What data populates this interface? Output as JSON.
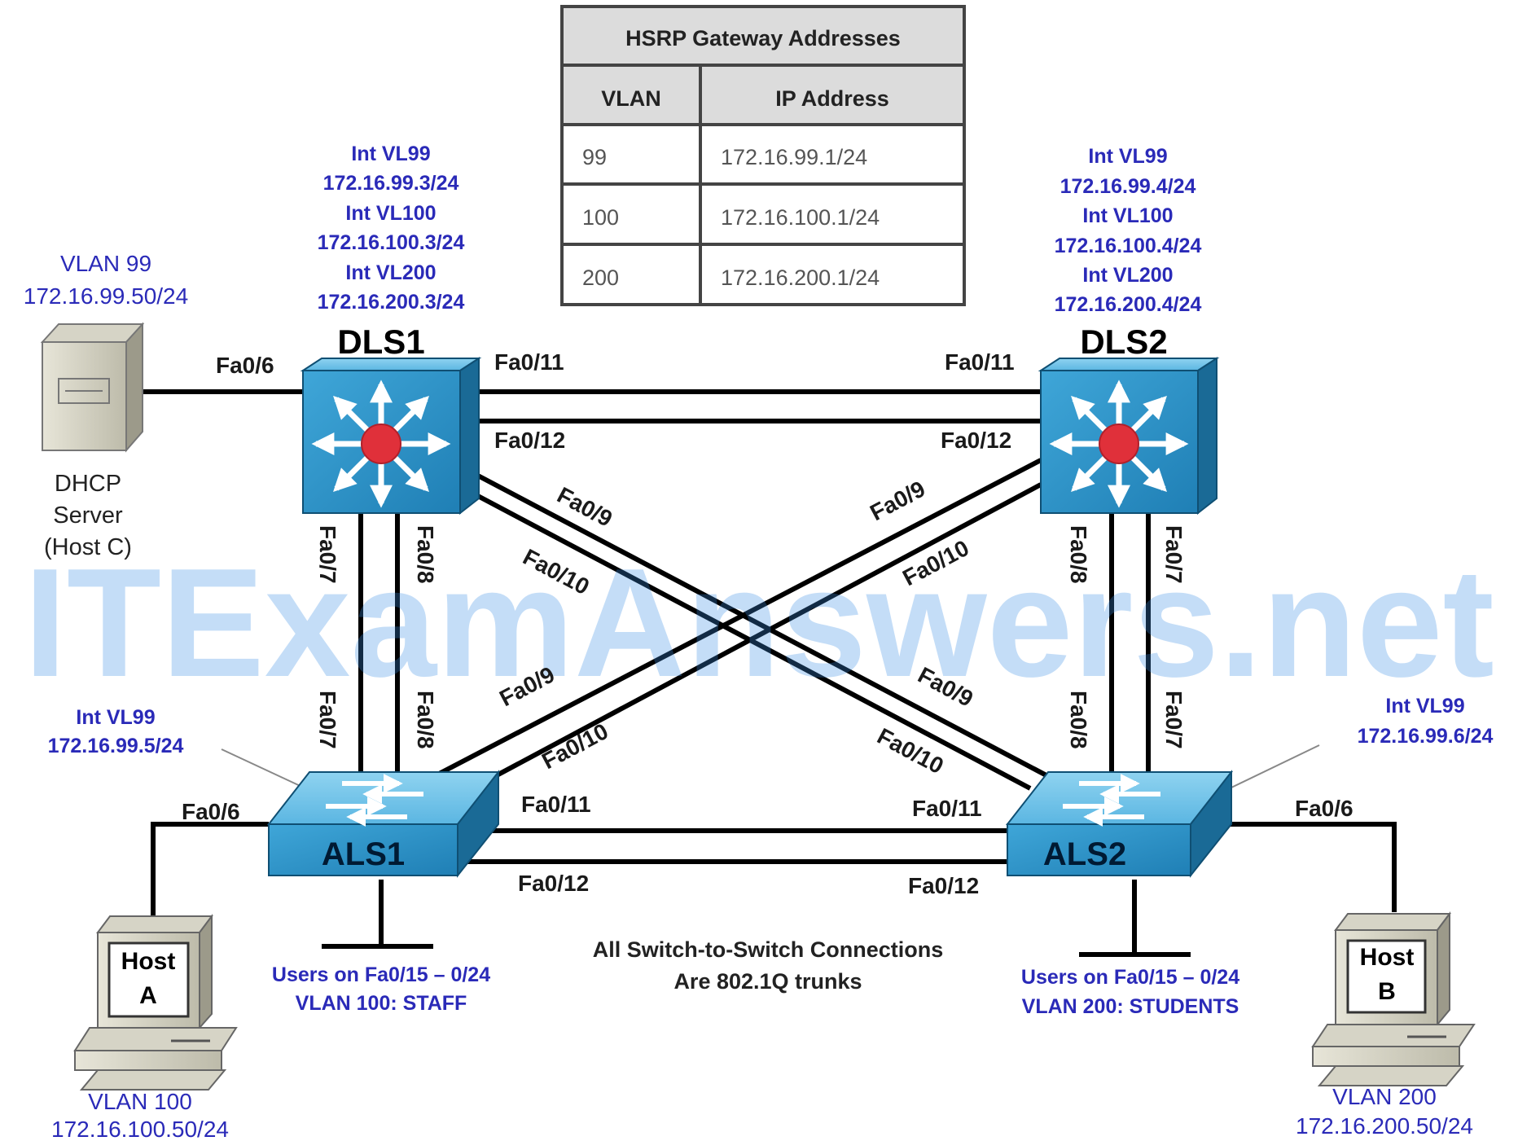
{
  "watermark": "ITExamAnswers.net",
  "hsrp_table": {
    "title": "HSRP Gateway Addresses",
    "headers": [
      "VLAN",
      "IP Address"
    ],
    "rows": [
      [
        "99",
        "172.16.99.1/24"
      ],
      [
        "100",
        "172.16.100.1/24"
      ],
      [
        "200",
        "172.16.200.1/24"
      ]
    ]
  },
  "devices": {
    "dls1": {
      "name": "DLS1",
      "interfaces": [
        "Int VL99",
        "172.16.99.3/24",
        "Int VL100",
        "172.16.100.3/24",
        "Int VL200",
        "172.16.200.3/24"
      ]
    },
    "dls2": {
      "name": "DLS2",
      "interfaces": [
        "Int VL99",
        "172.16.99.4/24",
        "Int VL100",
        "172.16.100.4/24",
        "Int VL200",
        "172.16.200.4/24"
      ]
    },
    "als1": {
      "name": "ALS1",
      "interfaces": [
        "Int VL99",
        "172.16.99.5/24"
      ]
    },
    "als2": {
      "name": "ALS2",
      "interfaces": [
        "Int VL99",
        "172.16.99.6/24"
      ]
    },
    "server": {
      "vlan": "VLAN 99",
      "ip": "172.16.99.50/24",
      "label": [
        "DHCP",
        "Server",
        "(Host C)"
      ]
    },
    "host_a": {
      "label": [
        "Host",
        "A"
      ],
      "vlan": "VLAN 100",
      "ip": "172.16.100.50/24"
    },
    "host_b": {
      "label": [
        "Host",
        "B"
      ],
      "vlan": "VLAN 200",
      "ip": "172.16.200.50/24"
    }
  },
  "ports": {
    "dls1_server": "Fa0/6",
    "dls1_fa011": "Fa0/11",
    "dls1_fa012": "Fa0/12",
    "dls2_fa011": "Fa0/11",
    "dls2_fa012": "Fa0/12",
    "dls1_fa09": "Fa0/9",
    "dls1_fa010": "Fa0/10",
    "dls2_fa09": "Fa0/9",
    "dls2_fa010": "Fa0/10",
    "dls1_fa07": "Fa0/7",
    "dls1_fa08": "Fa0/8",
    "dls2_fa08": "Fa0/8",
    "dls2_fa07": "Fa0/7",
    "als1_fa07": "Fa0/7",
    "als1_fa08": "Fa0/8",
    "als1_fa09": "Fa0/9",
    "als1_fa010": "Fa0/10",
    "als2_fa09": "Fa0/9",
    "als2_fa010": "Fa0/10",
    "als2_fa08": "Fa0/8",
    "als2_fa07": "Fa0/7",
    "als1_fa06": "Fa0/6",
    "als2_fa06": "Fa0/6",
    "als1_fa011": "Fa0/11",
    "als2_fa011": "Fa0/11",
    "als1_fa012": "Fa0/12",
    "als2_fa012": "Fa0/12"
  },
  "users": {
    "als1": [
      "Users on Fa0/15 – 0/24",
      "VLAN 100:  STAFF"
    ],
    "als2": [
      "Users on Fa0/15 – 0/24",
      "VLAN 200:  STUDENTS"
    ]
  },
  "note": [
    "All Switch-to-Switch Connections",
    "Are 802.1Q trunks"
  ],
  "colors": {
    "switch_blue": "#2b8fc4",
    "switch_top": "#6cc3ea",
    "switch_side": "#1a6a96",
    "router_dot": "#e0303a",
    "ip_text": "#2a2ab8",
    "watermark": "#3a8ee6"
  }
}
